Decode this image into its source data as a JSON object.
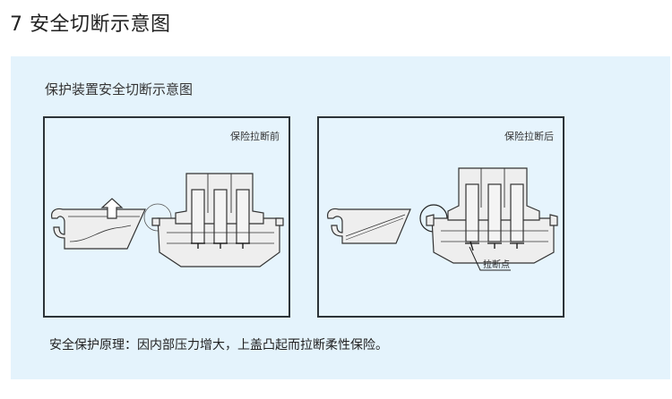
{
  "section": {
    "number": "7",
    "title": "7 安全切断示意图"
  },
  "panel": {
    "title": "保护装置安全切断示意图",
    "background_color": "#e4f3fc",
    "figures": [
      {
        "id": "before",
        "label": "保险拉断前",
        "state": "intact"
      },
      {
        "id": "after",
        "label": "保险拉断后",
        "state": "broken",
        "callout": "拉断点"
      }
    ],
    "caption": "安全保护原理：因内部压力增大，上盖凸起而拉断柔性保险。"
  }
}
